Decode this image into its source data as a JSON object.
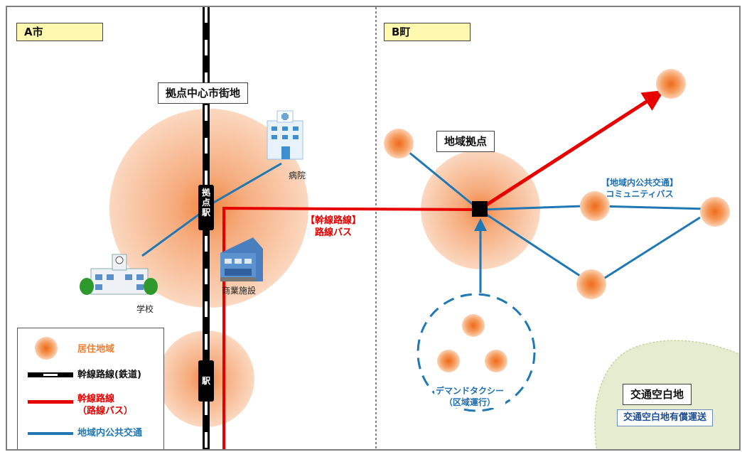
{
  "regions": {
    "a_city": "A市",
    "b_town": "B町"
  },
  "hub_center_label": "拠点中心市街地",
  "local_hub_label": "地域拠点",
  "stations": {
    "hub_station": "拠\n点\n駅",
    "station": "駅"
  },
  "facilities": {
    "hospital": "病院",
    "school": "学校",
    "commercial": "商業施設"
  },
  "trunk_bus": {
    "line1": "【幹線路線】",
    "line2": "路線バス"
  },
  "community_bus": {
    "line1": "【地域内公共交通】",
    "line2": "コミュニティバス"
  },
  "demand_taxi": {
    "line1": "デマンドタクシー",
    "line2": "（区域運行）"
  },
  "gap_area": {
    "title": "交通空白地",
    "service": "交通空白地有償運送"
  },
  "legend": {
    "residential": "居住地域",
    "rail": "幹線路線(鉄道)",
    "trunk_bus_1": "幹線路線",
    "trunk_bus_2": "（路線バス）",
    "local_transit": "地域内公共交通"
  },
  "colors": {
    "trunk_red": "#e60000",
    "local_blue": "#1f77b4",
    "residential_orange": "#f07d32",
    "gap_green": "#e5ecd0"
  },
  "icons": [
    "hospital-building-icon",
    "school-building-icon",
    "department-store-icon"
  ]
}
